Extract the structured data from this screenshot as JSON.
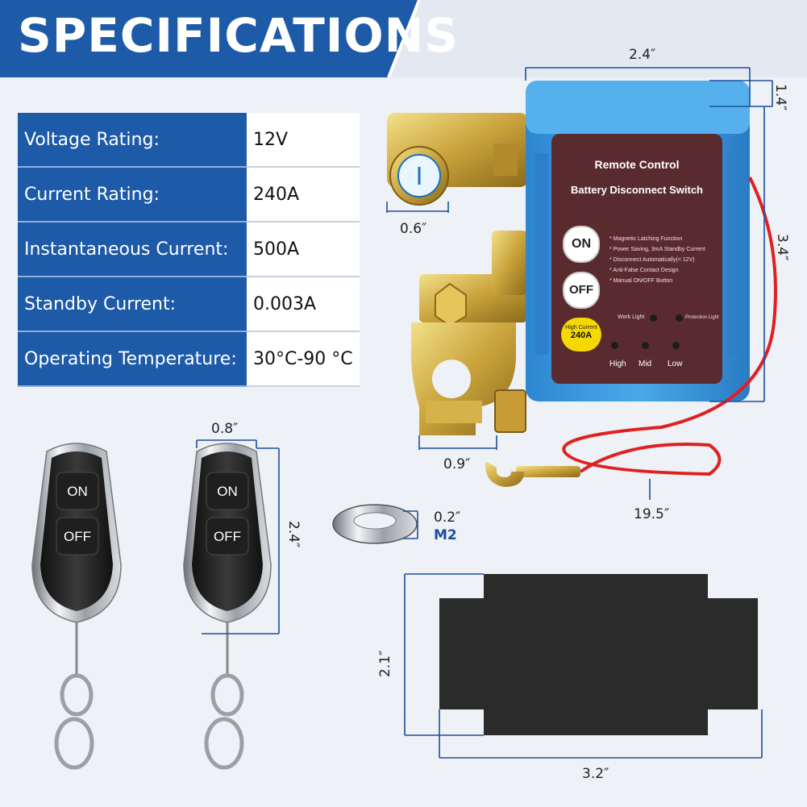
{
  "header": {
    "title": "SPECIFICATIONS"
  },
  "specs": [
    {
      "label": "Voltage Rating:",
      "value": "12V"
    },
    {
      "label": "Current Rating:",
      "value": "240A"
    },
    {
      "label": "Instantaneous Current:",
      "value": "500A"
    },
    {
      "label": "Standby Current:",
      "value": "0.003A"
    },
    {
      "label": "Operating Temperature:",
      "value": "30°C-90 °C"
    }
  ],
  "switch_panel": {
    "title": "Remote Control",
    "subtitle": "Battery Disconnect Switch",
    "on_label": "ON",
    "off_label": "OFF",
    "features": [
      "* Magnetic Latching Function",
      "* Power Saving, 3mA Standby Current",
      "* Disconnect Automatically(< 12V)",
      "* Anti-False Contact Design",
      "* Manual ON/OFF Button"
    ],
    "work_light": "Work Light",
    "protection_light": "Protection Light",
    "high_current_label": "High Current",
    "high_current_value": "240A",
    "levels": [
      "High",
      "Mid",
      "Low"
    ]
  },
  "dimensions": {
    "switch_width": "2.4″",
    "switch_depth": "1.4″",
    "switch_height": "3.4″",
    "terminal_diameter": "0.6″",
    "clamp_width": "0.9″",
    "wire_length": "19.5″",
    "washer_thickness": "0.2″",
    "washer_size": "M2",
    "remote_width": "0.8″",
    "remote_height": "2.4″",
    "pad_height": "2.1″",
    "pad_width": "3.2″"
  },
  "remotes": {
    "on_label": "ON",
    "off_label": "OFF"
  },
  "colors": {
    "banner": "#1d5aa8",
    "switch_body": "#3d9be0",
    "panel": "#5a2b2e",
    "pad": "#2b2b2b",
    "wire": "#e02020"
  }
}
